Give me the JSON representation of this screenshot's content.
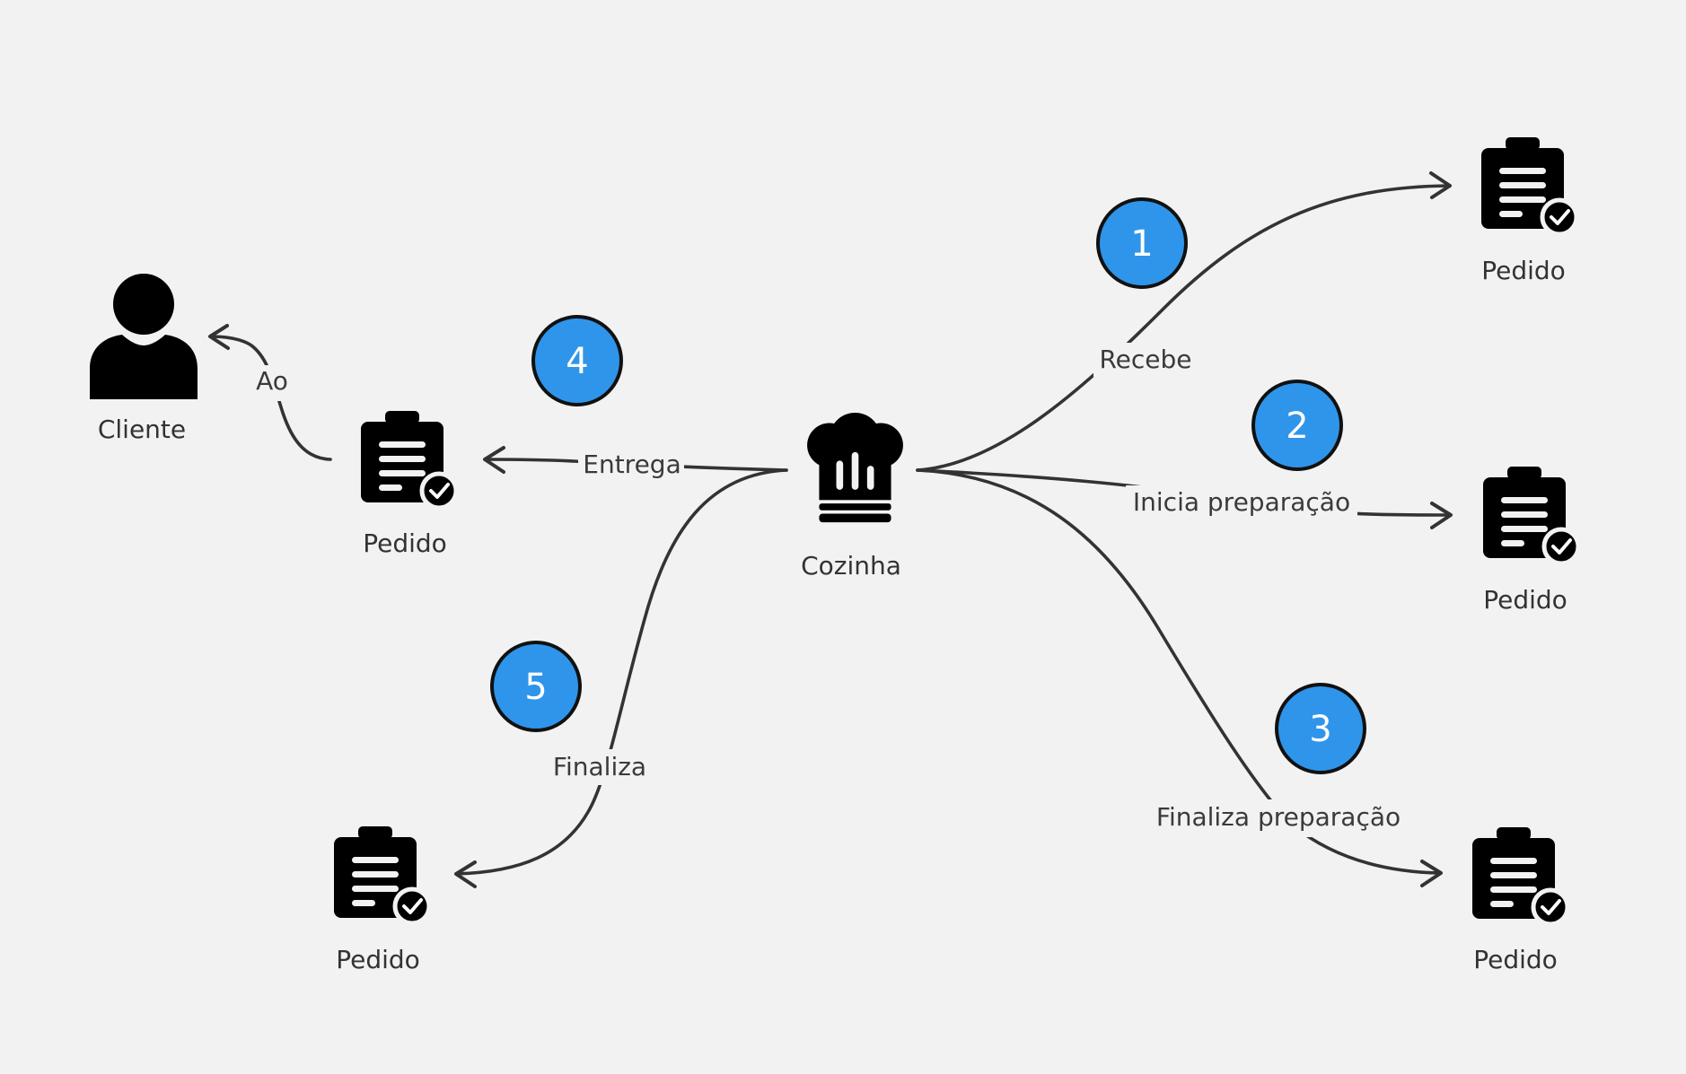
{
  "colors": {
    "background": "#f2f2f2",
    "badge_fill": "#2f95ea",
    "badge_stroke": "#111111",
    "icon": "#000000",
    "edge": "#333333"
  },
  "nodes": {
    "kitchen": {
      "label": "Cozinha",
      "icon": "chef-hat-icon"
    },
    "client": {
      "label": "Cliente",
      "icon": "user-icon"
    },
    "order_received": {
      "label": "Pedido",
      "icon": "clipboard-check-icon"
    },
    "order_preparing": {
      "label": "Pedido",
      "icon": "clipboard-check-icon"
    },
    "order_prepared": {
      "label": "Pedido",
      "icon": "clipboard-check-icon"
    },
    "order_delivered": {
      "label": "Pedido",
      "icon": "clipboard-check-icon"
    },
    "order_finished": {
      "label": "Pedido",
      "icon": "clipboard-check-icon"
    }
  },
  "edges": {
    "receive": {
      "label": "Recebe",
      "step": "1"
    },
    "start_prep": {
      "label": "Inicia preparação",
      "step": "2"
    },
    "finish_prep": {
      "label": "Finaliza preparação",
      "step": "3"
    },
    "deliver": {
      "label": "Entrega",
      "step": "4"
    },
    "finalize": {
      "label": "Finaliza",
      "step": "5"
    },
    "to_client": {
      "label": "Ao"
    }
  }
}
